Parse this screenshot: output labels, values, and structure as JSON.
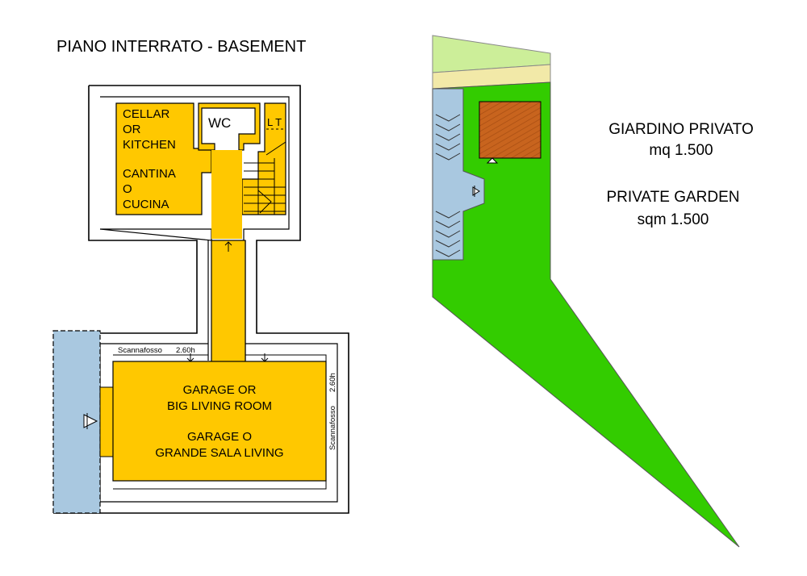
{
  "basement": {
    "title": "PIANO INTERRATO - BASEMENT",
    "cellar": {
      "line1": "CELLAR",
      "line2": "OR",
      "line3": "KITCHEN",
      "line4": "CANTINA",
      "line5": "O",
      "line6": "CUCINA"
    },
    "wc": "WC",
    "lt": "L T",
    "garage": {
      "line1": "GARAGE OR",
      "line2": "BIG LIVING ROOM",
      "line3": "GARAGE O",
      "line4": "GRANDE SALA LIVING"
    },
    "scannafosso_top": "Scannafosso",
    "height_top": "2.60h",
    "scannafosso_side": "Scannafosso",
    "height_side": "2.60h"
  },
  "garden": {
    "line1": "GIARDINO PRIVATO",
    "line2": "mq 1.500",
    "line3": "PRIVATE GARDEN",
    "line4": "sqm 1.500"
  },
  "colors": {
    "room": "#FFC800",
    "lawn": "#33CC00",
    "paving": "#A9C8E0",
    "house": "#C8641E",
    "upper_strip": "#CCEE99",
    "lower_strip": "#F2E9A8",
    "wall": "#000000"
  }
}
